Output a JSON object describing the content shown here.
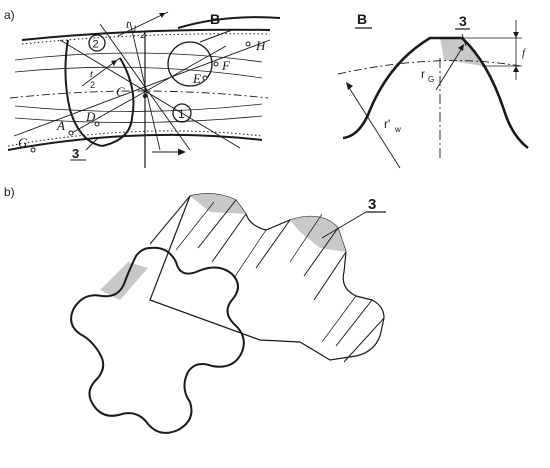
{
  "panel_a": {
    "panel_label": "a)",
    "labels": {
      "t_numerator": "t",
      "t_sub": "1",
      "t_denominator": "2",
      "B": "B",
      "H": "H",
      "E": "E",
      "F": "F",
      "C": "C",
      "D": "D",
      "A": "A",
      "G": "G",
      "three": "3",
      "gear_two": "2",
      "gear_one": "1"
    }
  },
  "detail_B": {
    "title": "B",
    "callout": "3",
    "f": "f",
    "rG": "r",
    "rG_sub": "G",
    "rw": "r'",
    "rw_sub": "w"
  },
  "panel_b": {
    "panel_label": "b)",
    "callout": "3"
  },
  "colors": {
    "ink": "#1a1a1a",
    "shade": "#c8c8c8",
    "background": "#ffffff"
  }
}
